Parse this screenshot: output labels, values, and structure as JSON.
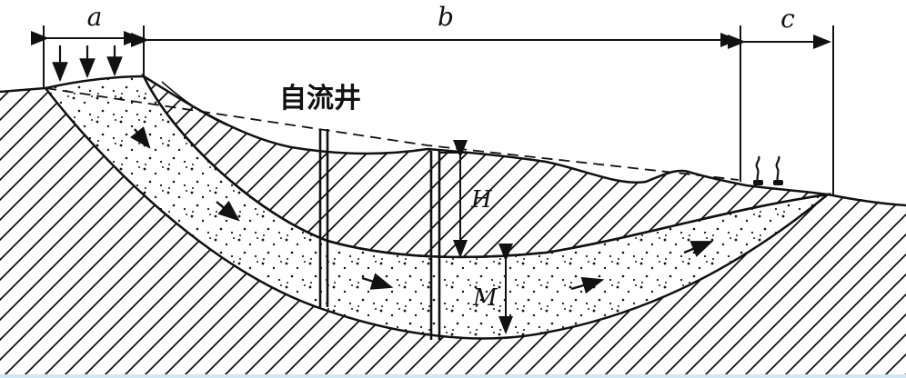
{
  "labels": {
    "a": "a",
    "b": "b",
    "c": "c",
    "well": "自流井",
    "H": "H",
    "M": "M"
  },
  "colors": {
    "ink": "#111111",
    "background": "#ffffff"
  }
}
